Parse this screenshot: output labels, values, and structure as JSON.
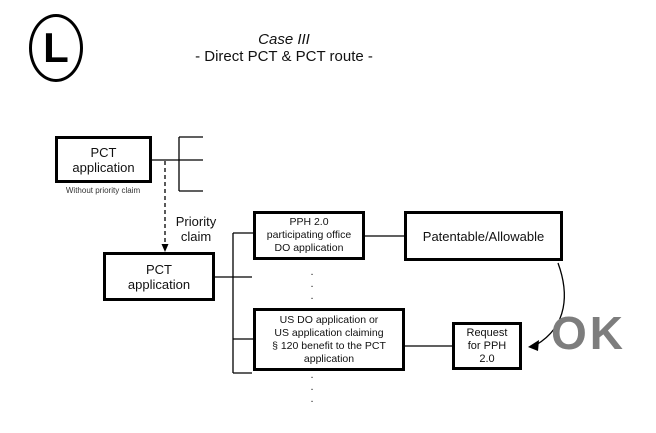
{
  "canvas": {
    "background": "#ffffff",
    "line_color": "#000000",
    "text_color": "#111111"
  },
  "logo": {
    "letter": "L"
  },
  "title": {
    "heading": "Case III",
    "subheading": "- Direct PCT & PCT route -"
  },
  "boxes": {
    "pct_top": "PCT\napplication",
    "pct_top_caption": "Without priority claim",
    "pct_bottom": "PCT\napplication",
    "pph_office": "PPH 2.0\nparticipating office\nDO application",
    "patentable": "Patentable/Allowable",
    "us_do": "US DO application or\nUS application claiming\n§ 120 benefit to the PCT\napplication",
    "request": "Request\nfor PPH\n2.0"
  },
  "labels": {
    "priority_claim": "Priority\nclaim",
    "ok": "OK",
    "ellipsis": ".\n.\n."
  },
  "colors": {
    "ok_gray": "#7d7d7d"
  }
}
